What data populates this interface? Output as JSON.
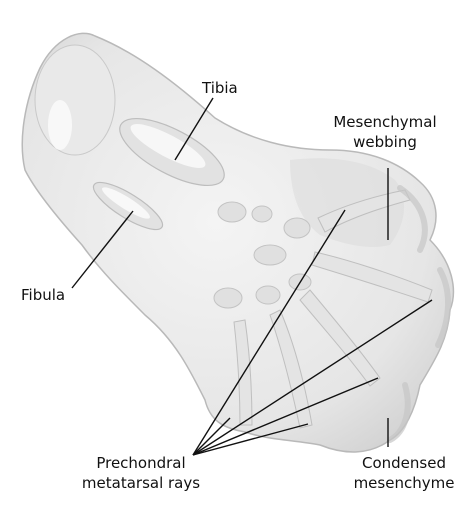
{
  "labels": {
    "tibia": "Tibia",
    "fibula": "Fibula",
    "mesenchymal_webbing_line1": "Mesenchymal",
    "mesenchymal_webbing_line2": "webbing",
    "prechondral_line1": "Prechondral",
    "prechondral_line2": "metatarsal rays",
    "condensed_line1": "Condensed",
    "condensed_line2": "mesenchyme"
  }
}
